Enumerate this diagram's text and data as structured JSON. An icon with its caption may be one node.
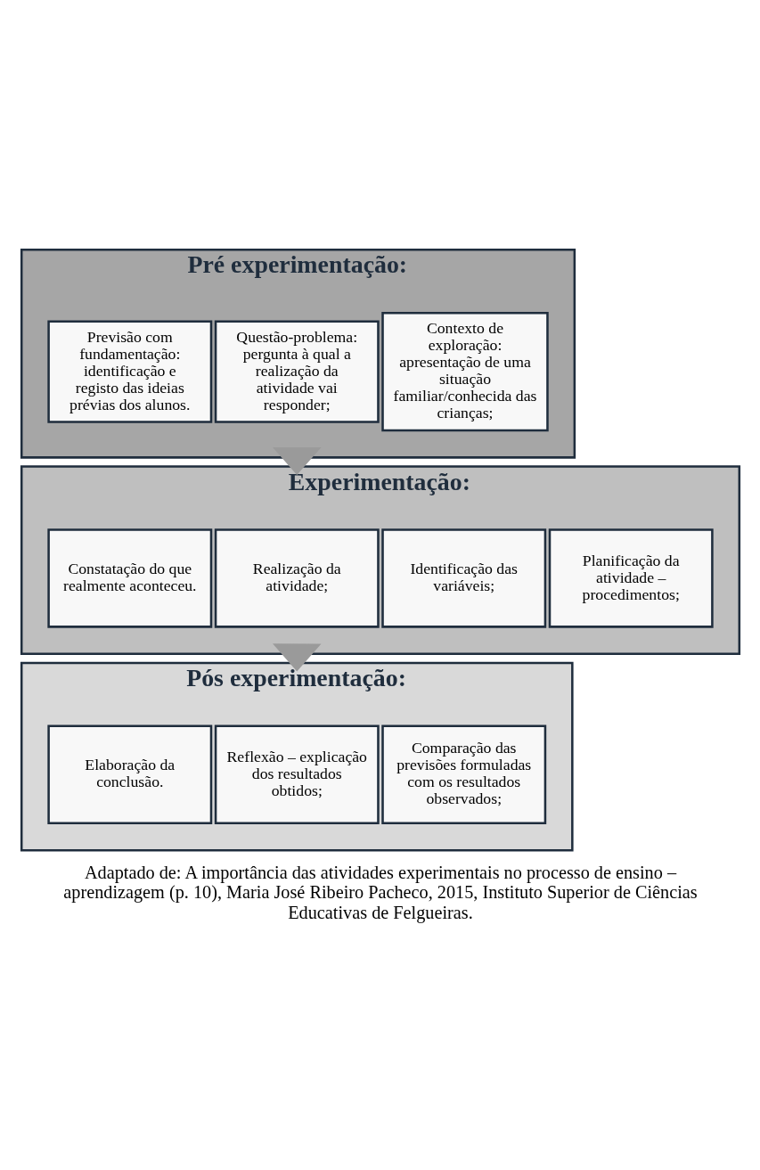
{
  "diagram": {
    "caption": "Adaptado de: A importância das atividades experimentais no processo de ensino – aprendizagem (p. 10), Maria José Ribeiro Pacheco, 2015, Instituto Superior de Ciências Educativas de Felgueiras.",
    "nodes": [
      {
        "text": [
          "Pré experimentação:"
        ]
      },
      {
        "text": [
          "Contexto de exploração: apresentação de uma situação familiar/conhecida das crianças;"
        ],
        "in": 0
      },
      {
        "text": [
          "Questão-problema: pergunta à qual a realização da atividade vai responder;"
        ],
        "in": 0
      },
      {
        "text": [
          "Previsão com fundamentação: identificação e registo das ideias prévias dos alunos."
        ],
        "in": 0
      },
      {
        "text": [
          "Experimentação:"
        ]
      },
      {
        "text": [
          "Planificação da atividade – procedimentos;"
        ],
        "in": 4
      },
      {
        "text": [
          "Identificação das variáveis;"
        ],
        "in": 4
      },
      {
        "text": [
          "Realização da atividade;"
        ],
        "in": 4
      },
      {
        "text": [
          "Constatação do que realmente aconteceu."
        ],
        "in": 4
      },
      {
        "text": [
          "Pós experimentação:"
        ]
      },
      {
        "text": [
          "Comparação das previsões formuladas com os resultados observados;"
        ],
        "in": 9
      },
      {
        "text": [
          "Reflexão – explicação dos resultados obtidos;"
        ],
        "in": 9
      },
      {
        "text": [
          "Elaboração da conclusão."
        ],
        "in": 9
      }
    ],
    "edges": [
      {
        "from": 0,
        "to": 4,
        "arrow": "to",
        "style": "thick"
      },
      {
        "from": 4,
        "to": 9,
        "arrow": "to",
        "style": "thick"
      }
    ]
  }
}
